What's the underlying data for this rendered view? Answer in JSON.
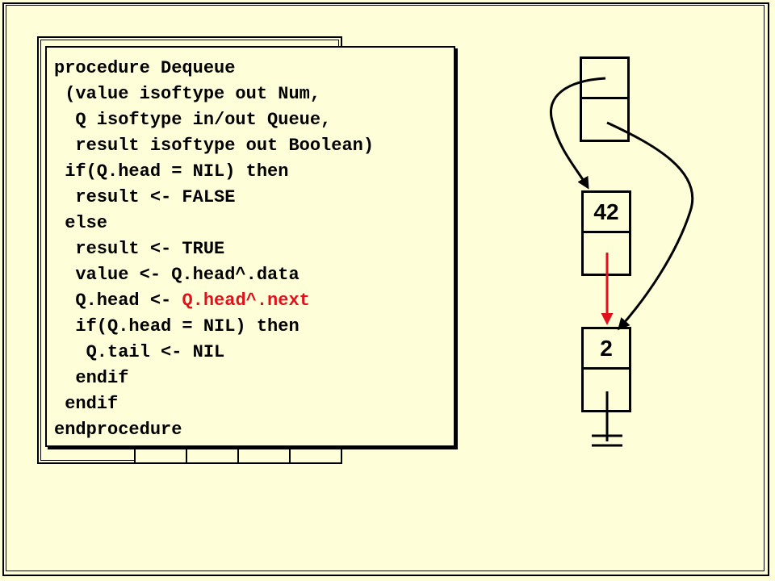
{
  "code": {
    "lines": [
      "procedure Dequeue",
      " (value isoftype out Num,",
      "  Q isoftype in/out Queue,",
      "  result isoftype out Boolean)",
      " if(Q.head = NIL) then",
      "  result <- FALSE",
      " else",
      "  result <- TRUE",
      "  value <- Q.head^.data",
      "  Q.head <- ",
      "  if(Q.head = NIL) then",
      "   Q.tail <- NIL",
      "  endif",
      " endif",
      "endprocedure"
    ],
    "highlight": "Q.head^.next",
    "highlight_color": "#e0101c"
  },
  "nodes": [
    {
      "value": "42"
    },
    {
      "value": "2"
    }
  ],
  "colors": {
    "background": "#fefed9",
    "pointer_red": "#e0101c"
  }
}
